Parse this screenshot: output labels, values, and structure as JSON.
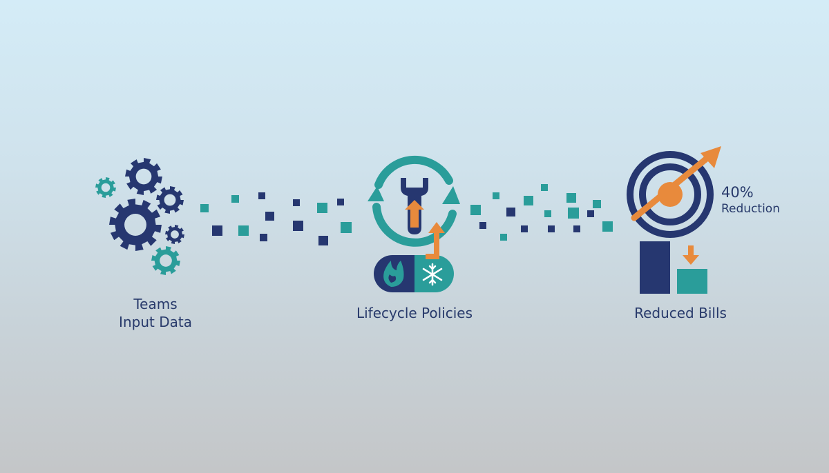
{
  "colors": {
    "navy": "#263770",
    "teal": "#2a9d9a",
    "orange": "#e88a3c",
    "white": "#ffffff"
  },
  "stages": [
    {
      "id": "teams",
      "lines": [
        "Teams",
        "Input Data"
      ],
      "icon": "gears-icon"
    },
    {
      "id": "lifecycle",
      "lines": [
        "Lifecycle Policies"
      ],
      "icon": "wrench-cycle-icon"
    },
    {
      "id": "bills",
      "lines": [
        "Reduced Bills"
      ],
      "icon": "target-chart-icon"
    }
  ],
  "metric": {
    "value": "40%",
    "label": "Reduction"
  }
}
